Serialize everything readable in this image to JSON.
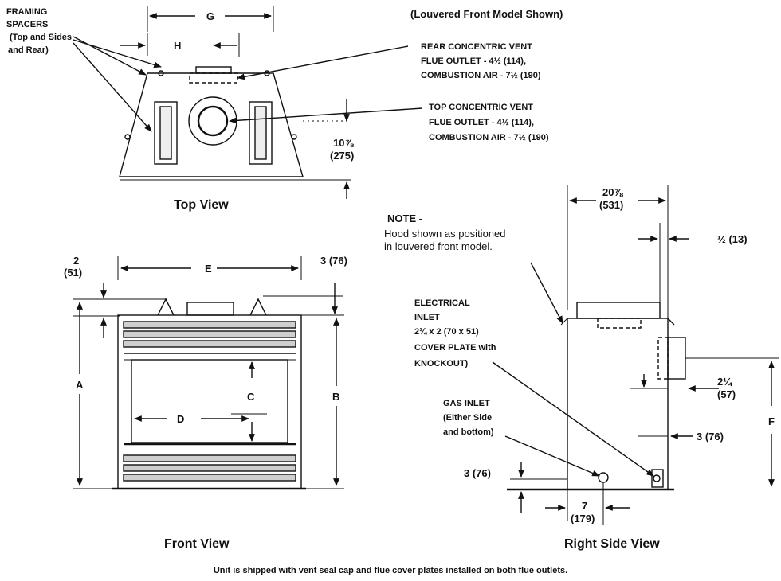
{
  "header_note": "(Louvered Front Model Shown)",
  "framing_spacers": [
    "FRAMING",
    "SPACERS",
    "(Top and Sides",
    "and Rear)"
  ],
  "rear_vent": [
    "REAR CONCENTRIC VENT",
    "FLUE OUTLET  - 4½ (114),",
    "COMBUSTION AIR - 7½ (190)"
  ],
  "top_vent": [
    "TOP CONCENTRIC VENT",
    "FLUE OUTLET  - 4½ (114),",
    "COMBUSTION AIR - 7½ (190)"
  ],
  "top_view": {
    "title": "Top View",
    "dim_G": "G",
    "dim_H": "H",
    "depth_in": "10⅞",
    "depth_mm": "(275)"
  },
  "front_view": {
    "title": "Front View",
    "dim_2_in": "2",
    "dim_2_mm": "(51)",
    "dim_E": "E",
    "dim_3": "3 (76)",
    "dim_A": "A",
    "dim_B": "B",
    "dim_C": "C",
    "dim_D": "D"
  },
  "side_view": {
    "title": "Right Side View",
    "note_title": "NOTE -",
    "note_lines": [
      "Hood shown as positioned",
      "in louvered front model."
    ],
    "dim_width_in": "20⅞",
    "dim_width_mm": "(531)",
    "dim_half": "½ (13)",
    "electrical": [
      "ELECTRICAL",
      "INLET",
      "2¾ x 2 (70 x 51)",
      "COVER PLATE with",
      "KNOCKOUT)"
    ],
    "gas": [
      "GAS INLET",
      "(Either Side",
      "and bottom)"
    ],
    "dim_2q_in": "2¼",
    "dim_2q_mm": "(57)",
    "dim_F": "F",
    "dim_3_right": "3 (76)",
    "dim_3_left": "3 (76)",
    "dim_7_in": "7",
    "dim_7_mm": "(179)"
  },
  "footer": "Unit is shipped with vent seal cap and flue cover plates installed on both flue outlets."
}
